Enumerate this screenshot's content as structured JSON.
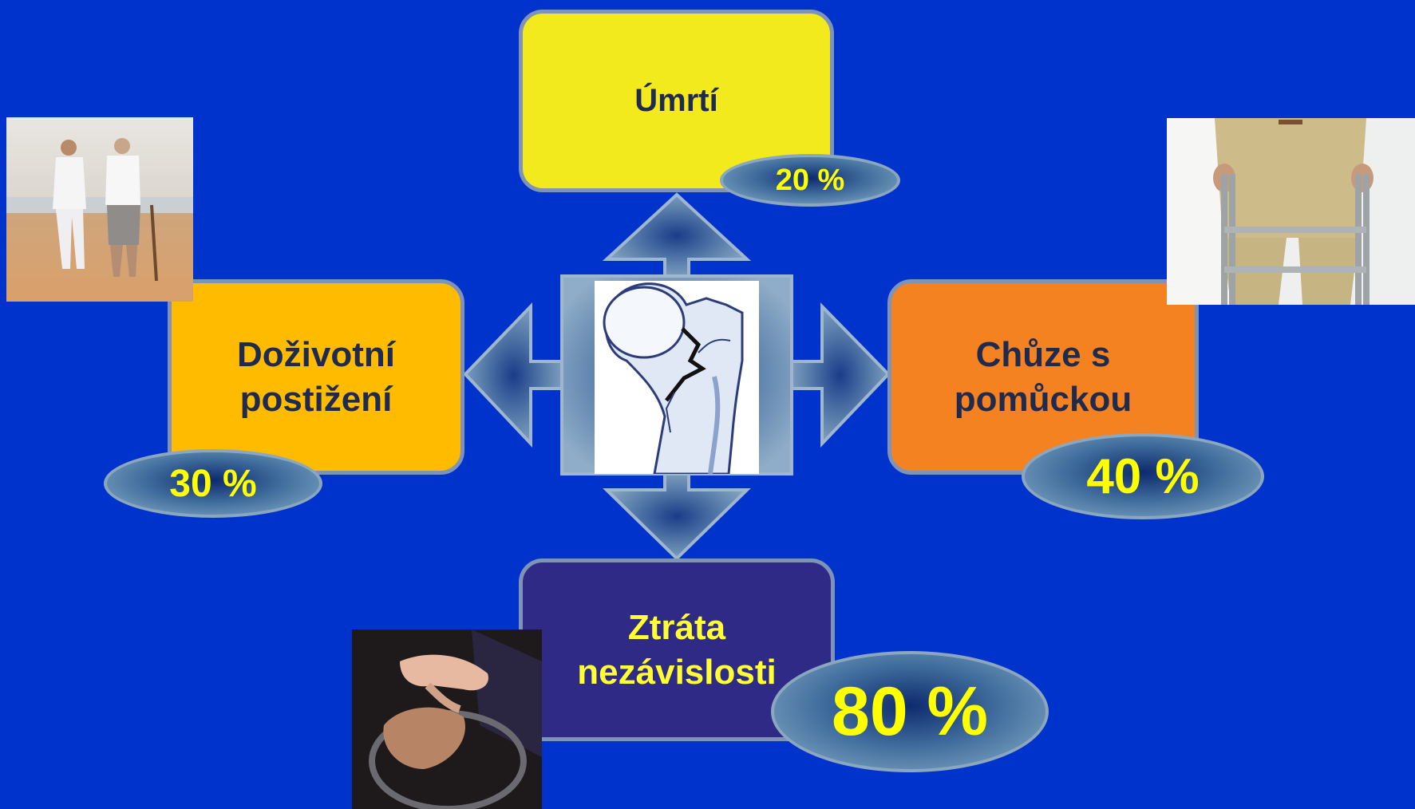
{
  "colors": {
    "background": "#0033cc",
    "death_box": "#f2ea1c",
    "disability_box": "#ffbb00",
    "walking_box": "#f58220",
    "independence_box": "#2e2a85",
    "label_dark": "#1f2a4f",
    "label_yellow": "#ffff33",
    "percent_yellow": "#ffff00",
    "arrow_fill": "#6f8fb3"
  },
  "center": {
    "image": "hip-fracture-illustration"
  },
  "outcomes": {
    "death": {
      "label": "Úmrtí",
      "percent": "20 %"
    },
    "disability": {
      "label_line1": "Doživotní",
      "label_line2": "postižení",
      "percent": "30 %",
      "image": "elderly-couple-walking-on-beach-photo"
    },
    "walking_aid": {
      "label_line1": "Chůze s",
      "label_line2": "pomůckou",
      "percent": "40 %",
      "image": "walker-frame-photo"
    },
    "independence": {
      "label_line1": "Ztráta",
      "label_line2": "nezávislosti",
      "percent": "80 %",
      "image": "helping-hands-wheelchair-photo"
    }
  }
}
